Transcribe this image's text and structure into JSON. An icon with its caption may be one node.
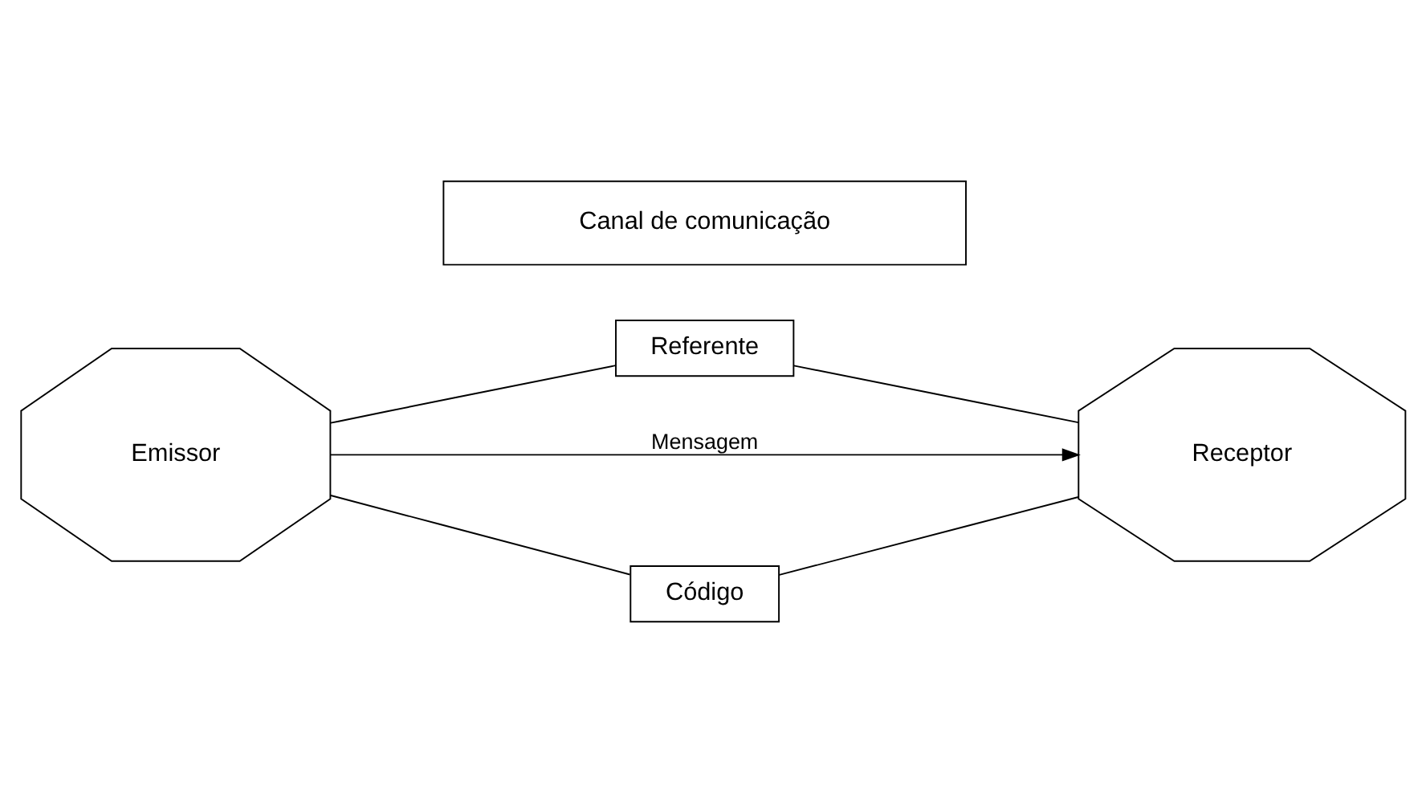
{
  "diagram": {
    "nodes": [
      {
        "text": [
          "Referente"
        ]
      },
      {
        "text": [
          "Emissor"
        ]
      },
      {
        "text": [
          "Canal de comunicação"
        ]
      },
      {
        "text": [
          "Receptor"
        ]
      },
      {
        "text": [
          "Código"
        ]
      }
    ],
    "edges": [
      {
        "from": 1,
        "to": 0,
        "arrow": "none"
      },
      {
        "from": 0,
        "to": 3,
        "arrow": "none"
      },
      {
        "from": 1,
        "to": 4,
        "arrow": "none"
      },
      {
        "from": 4,
        "to": 3,
        "arrow": "none"
      },
      {
        "from": 1,
        "to": 3,
        "arrow": "to",
        "label": "Mensagem"
      }
    ]
  }
}
